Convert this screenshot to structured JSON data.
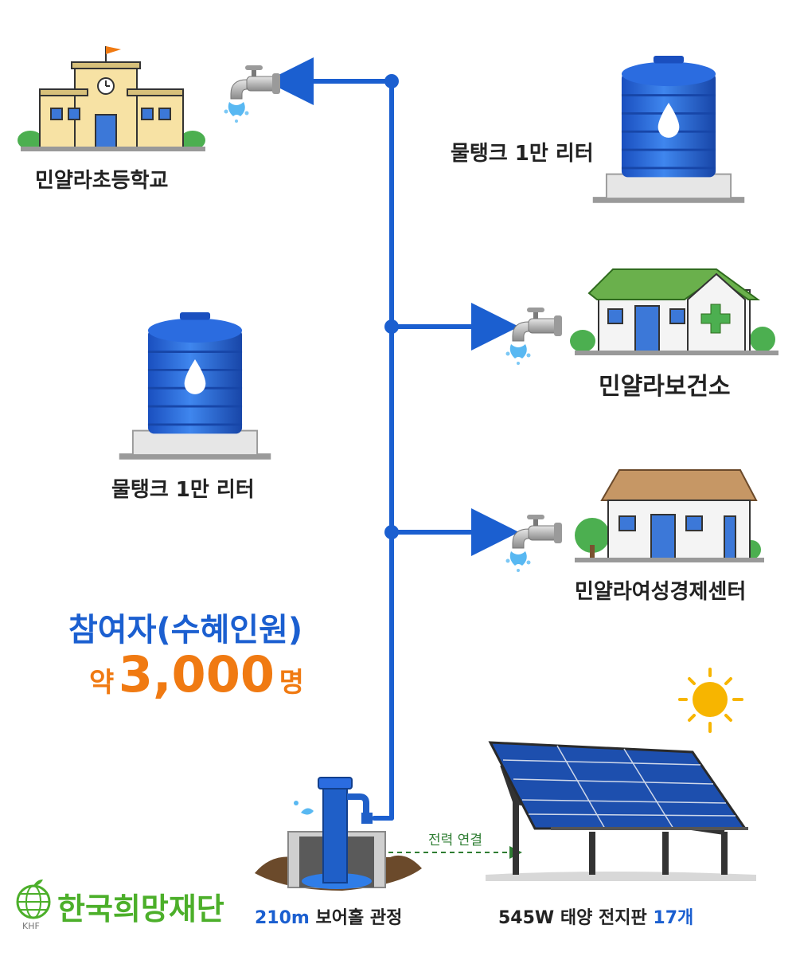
{
  "labels": {
    "school": "민얄라초등학교",
    "tank_right": "물탱크 1만 리터",
    "tank_left": "물탱크 1만 리터",
    "clinic": "민얄라보건소",
    "econ_center": "민얄라여성경제센터",
    "power_link": "전력 연결",
    "borehole_num": "210m",
    "borehole_text": "보어홀 관정",
    "solar_text": "545W 태양 전지판",
    "solar_count": "17개"
  },
  "participants": {
    "title": "참여자(수혜인원)",
    "prefix": "약",
    "count": "3,000",
    "unit": "명"
  },
  "org": {
    "name": "한국희망재단",
    "abbr": "KHF"
  },
  "colors": {
    "pipe": "#1b5fd0",
    "title_blue": "#1b5fd0",
    "count_orange": "#f07a12",
    "logo_green": "#4caf2a",
    "power_line": "#2e7d32"
  },
  "icons": [
    "school-icon",
    "faucet-icon",
    "water-tank-icon",
    "clinic-icon",
    "house-icon",
    "borehole-pump-icon",
    "solar-panel-icon",
    "sun-icon",
    "globe-logo-icon"
  ]
}
